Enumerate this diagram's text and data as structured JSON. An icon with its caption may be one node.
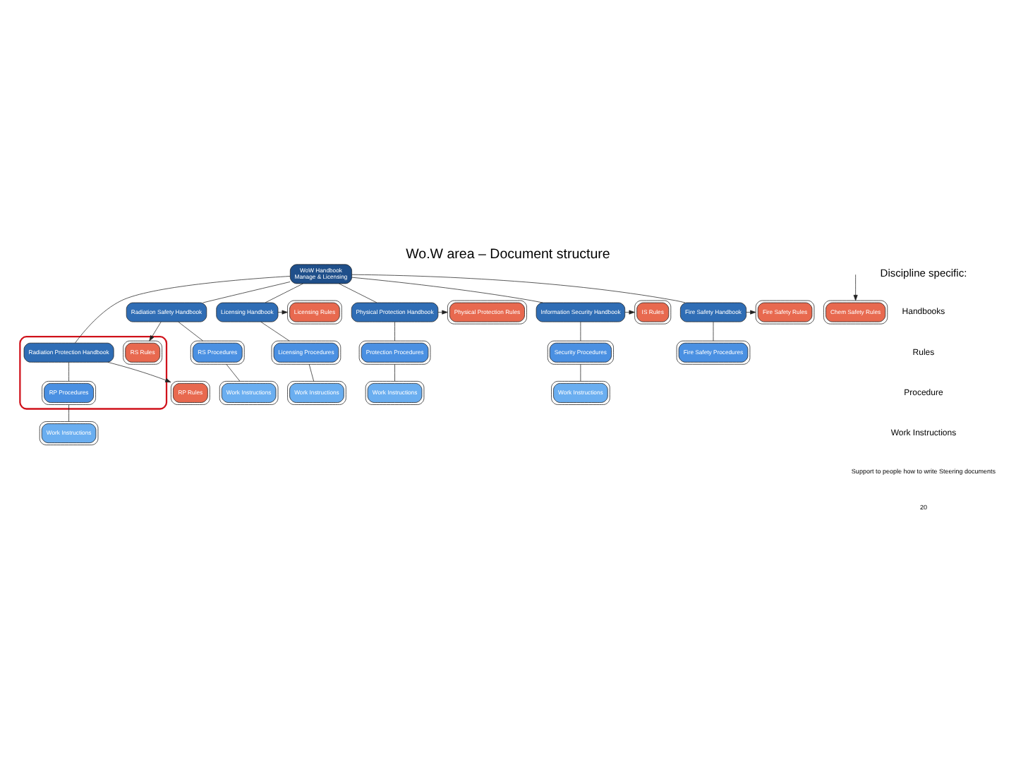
{
  "diagram": {
    "title": "Wo.W area – Document structure",
    "nodes": [
      {
        "text": [
          "WoW Handbook",
          "Manage & Licensing"
        ]
      },
      {
        "text": [
          "Radiation Safety Handbook"
        ]
      },
      {
        "text": [],
        "shape": "box"
      },
      {
        "text": [
          "RS Rules"
        ],
        "in": 2
      },
      {
        "text": [
          "Radiation Protection Handbook"
        ],
        "in": 2
      },
      {
        "text": [
          "RP Rules"
        ]
      },
      {
        "text": [
          "RS Procedures"
        ]
      },
      {
        "text": [
          "RP Procedures"
        ],
        "in": 2
      },
      {
        "text": [
          "Work Instructions"
        ]
      },
      {
        "text": [
          "Work Instructions"
        ]
      },
      {
        "text": [
          "Licensing Handbook"
        ]
      },
      {
        "text": [
          "Licensing Rules"
        ]
      },
      {
        "text": [
          "Physical Protection Handbook"
        ]
      },
      {
        "text": [
          "Physical Protection Rules"
        ]
      },
      {
        "text": [
          "Information Security Handbook"
        ]
      },
      {
        "text": [
          "IS Rules"
        ]
      },
      {
        "text": [
          "Licensing Procedures"
        ]
      },
      {
        "text": [
          "Protection Procedures"
        ]
      },
      {
        "text": [
          "Security Procedures"
        ]
      },
      {
        "text": [
          "Work Instructions"
        ]
      },
      {
        "text": [
          "Work Instructions"
        ]
      },
      {
        "text": [
          "Work Instructions"
        ]
      },
      {
        "text": [
          "Chem Safety Rules"
        ]
      },
      {
        "text": [
          "Fire Safety Handbook"
        ]
      },
      {
        "text": [
          "Fire Safety Rules"
        ]
      },
      {
        "text": [
          "Fire Safety Procedures"
        ]
      }
    ],
    "edges": [
      {
        "from": 0,
        "to": 1,
        "arrow": "none"
      },
      {
        "from": 0,
        "to": 4,
        "arrow": "none"
      },
      {
        "from": 0,
        "to": 10,
        "arrow": "none"
      },
      {
        "from": 0,
        "to": 12,
        "arrow": "none"
      },
      {
        "from": 0,
        "to": 14,
        "arrow": "none"
      },
      {
        "from": 0,
        "to": 23,
        "arrow": "none"
      },
      {
        "from": 1,
        "to": 3,
        "arrow": "to"
      },
      {
        "from": 4,
        "to": 5,
        "arrow": "to"
      },
      {
        "from": 1,
        "to": 6,
        "arrow": "none"
      },
      {
        "from": 4,
        "to": 7,
        "arrow": "none"
      },
      {
        "from": 6,
        "to": 8,
        "arrow": "none"
      },
      {
        "from": 7,
        "to": 9,
        "arrow": "none"
      },
      {
        "from": 10,
        "to": 11,
        "arrow": "to"
      },
      {
        "from": 12,
        "to": 13,
        "arrow": "to"
      },
      {
        "from": 14,
        "to": 15,
        "arrow": "to"
      },
      {
        "from": 10,
        "to": 16,
        "arrow": "none"
      },
      {
        "from": 12,
        "to": 17,
        "arrow": "none"
      },
      {
        "from": 14,
        "to": 18,
        "arrow": "none"
      },
      {
        "from": 16,
        "to": 19,
        "arrow": "none"
      },
      {
        "from": 17,
        "to": 20,
        "arrow": "none"
      },
      {
        "from": 18,
        "to": 21,
        "arrow": "none"
      },
      {
        "from": null,
        "to": 22,
        "arrow": "to"
      },
      {
        "from": 23,
        "to": 24,
        "arrow": "to"
      },
      {
        "from": 23,
        "to": 25,
        "arrow": "none"
      }
    ],
    "labels": [
      "Discipline specific:",
      "Handbooks",
      "Rules",
      "Procedure",
      "Work Instructions",
      "Support to people how to write Steering documents",
      "20"
    ]
  }
}
